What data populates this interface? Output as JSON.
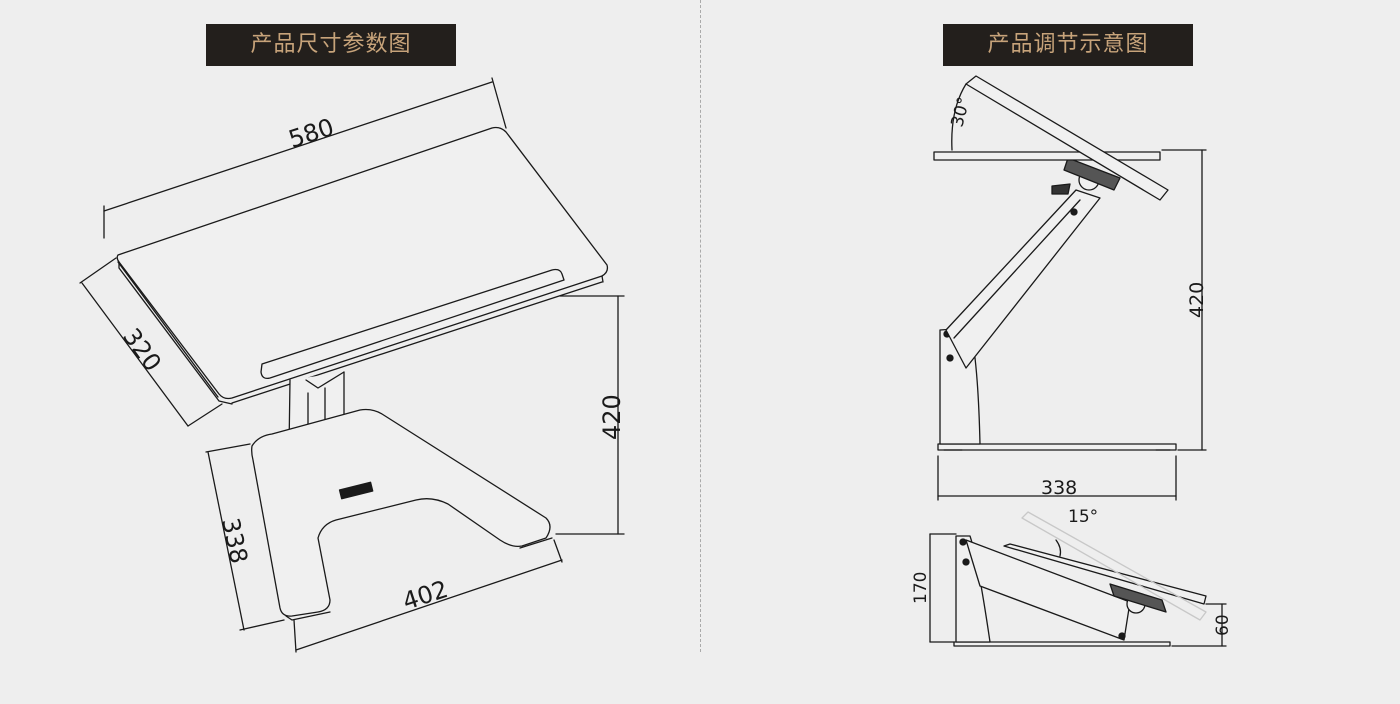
{
  "left_panel": {
    "title": "产品尺寸参数图",
    "dims": {
      "width": "580",
      "depth": "320",
      "height": "420",
      "base_depth": "338",
      "base_width": "402"
    }
  },
  "right_panel": {
    "title": "产品调节示意图",
    "tilt_angle": "30°",
    "height": "420",
    "base_depth": "338",
    "folded_angle": "15°",
    "folded_height": "170",
    "folded_front_height": "60"
  },
  "colors": {
    "background": "#eeeeee",
    "title_bg": "#231f1c",
    "title_text": "#c7a37a",
    "line": "#1a1a1a"
  }
}
